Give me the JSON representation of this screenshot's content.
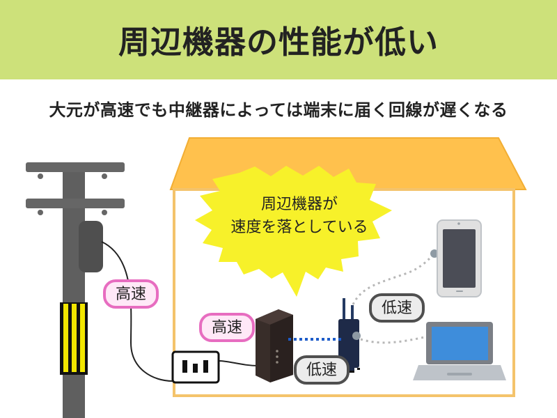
{
  "title": "周辺機器の性能が低い",
  "subtitle": "大元が高速でも中継器によっては端末に届く回線が遅くなる",
  "diagram": {
    "callout_line1": "周辺機器が",
    "callout_line2": "速度を落としている",
    "label_pole_speed": "高速",
    "label_modem_speed": "高速",
    "label_router_speed": "低速",
    "label_device_speed": "低速"
  },
  "colors": {
    "header_bg": "#cde17a",
    "roof": "#ffc14d",
    "house_wall": "#f4c36b",
    "callout": "#f7f12a",
    "label_border": "#e76dc0",
    "label_bg": "#ffe8f7",
    "pole": "#5f5f5f",
    "pole_stripe": "#f2e600",
    "fast_link": "#1d5cc9",
    "slow_link": "#b7b7b7"
  },
  "icons": {
    "pole": "utility-pole-icon",
    "outlet": "wall-outlet-icon",
    "modem": "modem-icon",
    "router": "router-icon",
    "smartphone": "smartphone-icon",
    "laptop": "laptop-icon"
  }
}
